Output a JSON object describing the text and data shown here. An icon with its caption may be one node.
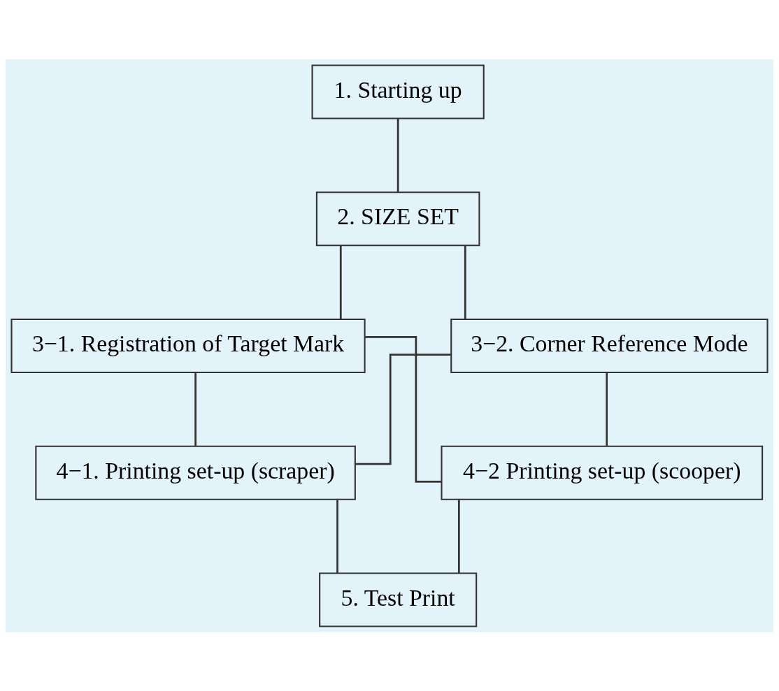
{
  "diagram": {
    "nodes": [
      {
        "text": [
          "1. Starting up"
        ]
      },
      {
        "text": [
          "2. SIZE SET"
        ]
      },
      {
        "text": [
          "3−1. Registration of Target Mark"
        ]
      },
      {
        "text": [
          "3−2. Corner Reference Mode"
        ]
      },
      {
        "text": [
          "4−1. Printing set-up (scraper)"
        ]
      },
      {
        "text": [
          "4−2 Printing set-up (scooper)"
        ]
      },
      {
        "text": [
          "5. Test Print"
        ]
      }
    ],
    "edges": [
      {
        "from": 0,
        "to": 1,
        "arrow": "none"
      },
      {
        "from": 1,
        "to": 2,
        "arrow": "none"
      },
      {
        "from": 1,
        "to": 3,
        "arrow": "none"
      },
      {
        "from": 2,
        "to": 4,
        "arrow": "none"
      },
      {
        "from": 2,
        "to": 5,
        "arrow": "none"
      },
      {
        "from": 3,
        "to": 4,
        "arrow": "none"
      },
      {
        "from": 3,
        "to": 5,
        "arrow": "none"
      },
      {
        "from": 4,
        "to": 6,
        "arrow": "none"
      },
      {
        "from": 5,
        "to": 6,
        "arrow": "none"
      }
    ]
  }
}
